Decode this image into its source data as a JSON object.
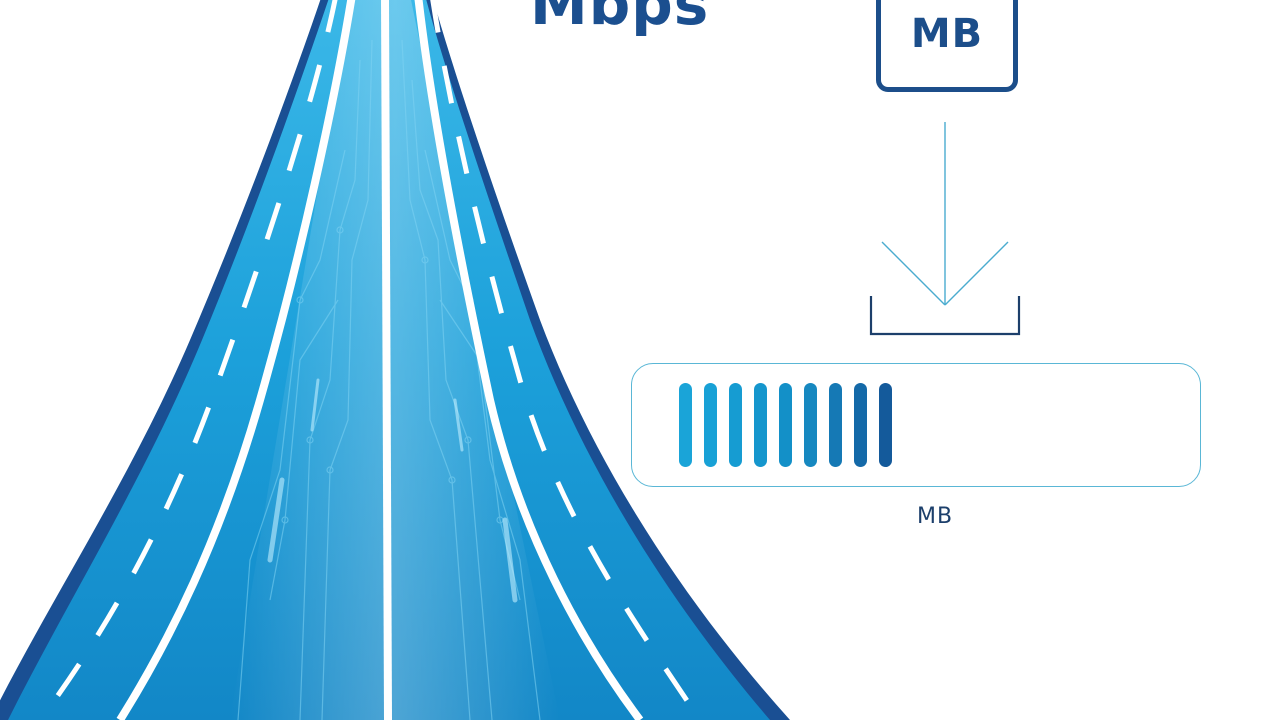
{
  "speed_unit_label": "Mbps",
  "file_icon": {
    "label": "MB",
    "icon": "file-size-icon"
  },
  "download_icon": "download-arrow-icon",
  "progress": {
    "label": "MB",
    "filled_segments": 9,
    "segment_colors": [
      "#1aa4d8",
      "#18a1d6",
      "#169cd2",
      "#1596cd",
      "#1390c8",
      "#1688c0",
      "#1579b5",
      "#1469a8",
      "#145a9b"
    ]
  },
  "colors": {
    "road_outline": "#1a4f93",
    "road_fill": "#1ca0da",
    "accent_dark": "#1c4e8a"
  }
}
